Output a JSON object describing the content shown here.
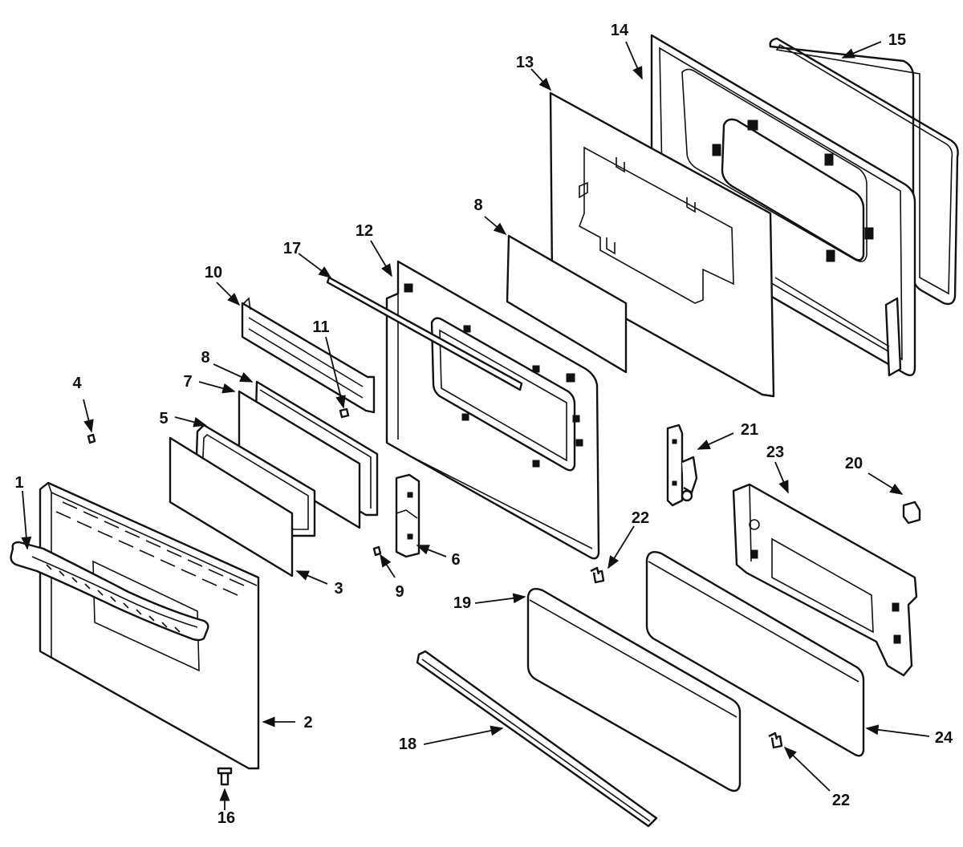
{
  "diagram": {
    "ink_color": "#111111",
    "background_color": "#ffffff",
    "callouts": [
      {
        "id": "c1",
        "label": "1"
      },
      {
        "id": "c2",
        "label": "2"
      },
      {
        "id": "c3",
        "label": "3"
      },
      {
        "id": "c4",
        "label": "4"
      },
      {
        "id": "c5",
        "label": "5"
      },
      {
        "id": "c6",
        "label": "6"
      },
      {
        "id": "c7",
        "label": "7"
      },
      {
        "id": "c8a",
        "label": "8"
      },
      {
        "id": "c8b",
        "label": "8"
      },
      {
        "id": "c9",
        "label": "9"
      },
      {
        "id": "c10",
        "label": "10"
      },
      {
        "id": "c11",
        "label": "11"
      },
      {
        "id": "c12",
        "label": "12"
      },
      {
        "id": "c13",
        "label": "13"
      },
      {
        "id": "c14",
        "label": "14"
      },
      {
        "id": "c15",
        "label": "15"
      },
      {
        "id": "c16",
        "label": "16"
      },
      {
        "id": "c17",
        "label": "17"
      },
      {
        "id": "c18",
        "label": "18"
      },
      {
        "id": "c19",
        "label": "19"
      },
      {
        "id": "c20",
        "label": "20"
      },
      {
        "id": "c21",
        "label": "21"
      },
      {
        "id": "c22a",
        "label": "22"
      },
      {
        "id": "c22b",
        "label": "22"
      },
      {
        "id": "c23",
        "label": "23"
      },
      {
        "id": "c24",
        "label": "24"
      }
    ]
  }
}
